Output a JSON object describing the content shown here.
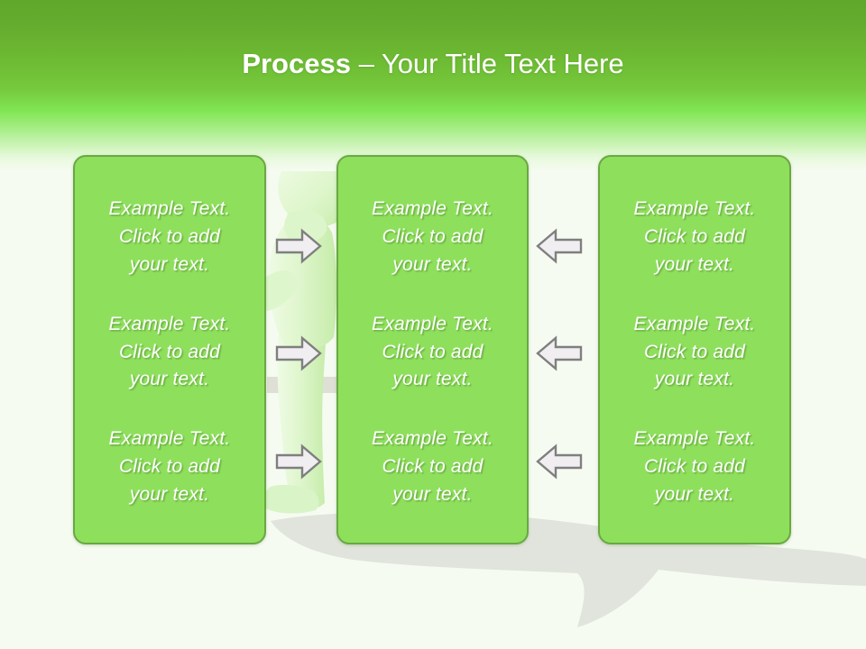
{
  "slide": {
    "title": {
      "bold_part": "Process",
      "separator": " – ",
      "regular_part": "Your Title Text Here"
    },
    "theme": {
      "header_green_top": "#5fa82b",
      "header_green_bright": "#82e654",
      "page_background": "#f6fbf2",
      "card_fill": "#8ee05c",
      "card_border": "#6aa843",
      "card_text_color": "#ffffff",
      "arrow_fill": "#f0eef0",
      "arrow_stroke": "#7f7f7f",
      "figure_tint": "#d8f2c4",
      "shadow_gray": "#dcdcd8"
    },
    "columns": [
      {
        "name": "column-left",
        "cells": [
          {
            "text": "Example Text.\nClick  to add\nyour text."
          },
          {
            "text": "Example Text.\nClick  to add\nyour text."
          },
          {
            "text": "Example Text.\nClick  to add\nyour text."
          }
        ]
      },
      {
        "name": "column-center",
        "cells": [
          {
            "text": "Example Text.\nClick  to add\nyour text."
          },
          {
            "text": "Example Text.\nClick  to add\nyour text."
          },
          {
            "text": "Example Text.\nClick  to add\nyour text."
          }
        ]
      },
      {
        "name": "column-right",
        "cells": [
          {
            "text": "Example Text.\nClick  to add\nyour text."
          },
          {
            "text": "Example Text.\nClick  to add\nyour text."
          },
          {
            "text": "Example Text.\nClick  to add\nyour text."
          }
        ]
      }
    ],
    "arrows": [
      {
        "name": "arrow-right-row1",
        "direction": "right",
        "icon": "arrow-right-icon"
      },
      {
        "name": "arrow-right-row2",
        "direction": "right",
        "icon": "arrow-right-icon"
      },
      {
        "name": "arrow-right-row3",
        "direction": "right",
        "icon": "arrow-right-icon"
      },
      {
        "name": "arrow-left-row1",
        "direction": "left",
        "icon": "arrow-left-icon"
      },
      {
        "name": "arrow-left-row2",
        "direction": "left",
        "icon": "arrow-left-icon"
      },
      {
        "name": "arrow-left-row3",
        "direction": "left",
        "icon": "arrow-left-icon"
      }
    ],
    "decoration": {
      "figure": "3d-person-figure",
      "figure_shadow": "cast-shadow"
    }
  }
}
